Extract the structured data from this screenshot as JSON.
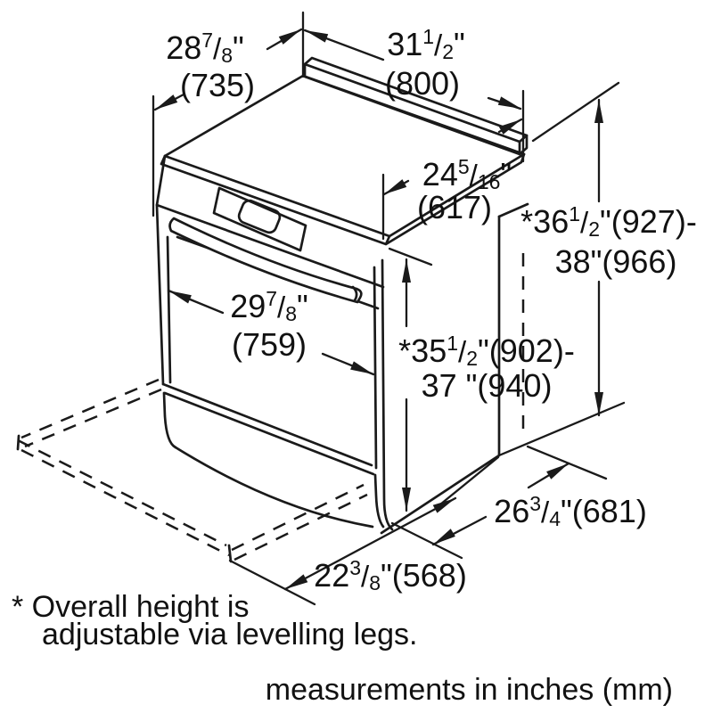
{
  "drawing": {
    "type": "appliance installation dimension diagram",
    "subject": "slide-in range / oven isometric line drawing",
    "colors": {
      "background": "#ffffff",
      "line": "#1a1a1a"
    },
    "dimensions": {
      "top_depth": {
        "inches": "28{7/8}\"",
        "mm": "(735)"
      },
      "back_width": {
        "inches": "31{1/2}\"",
        "mm": "(800)"
      },
      "cooktop_depth": {
        "inches": "24{5/16}\"",
        "mm": "(617)"
      },
      "overall_height": {
        "line1": "*36{1/2}\"(927)-",
        "line2": "38\"(966)"
      },
      "door_width": {
        "inches": "29{7/8}\"",
        "mm": "(759)"
      },
      "worktop_height": {
        "line1": "*35{1/2}\"(902)-",
        "line2": "37 \"(940)"
      },
      "base_depth": {
        "label": "26{3/4}\"(681)"
      },
      "base_width": {
        "label": "22{3/8}\"(568)"
      }
    },
    "note": {
      "line1": "* Overall height is",
      "line2": "adjustable via levelling legs."
    },
    "footer": "measurements in inches (mm)"
  }
}
